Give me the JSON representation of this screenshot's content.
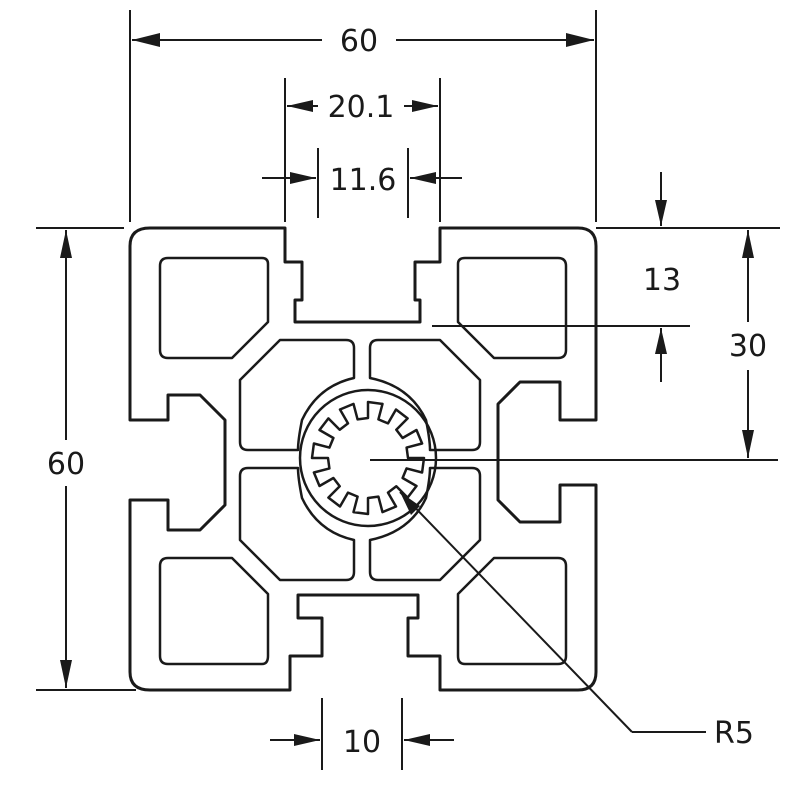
{
  "dimensions": {
    "overall_width": "60",
    "slot_opening_outer": "20.1",
    "slot_opening_inner": "11.6",
    "slot_depth": "13",
    "half_height": "30",
    "overall_height": "60",
    "core_radius": "R5",
    "slot_width_bottom": "10"
  }
}
